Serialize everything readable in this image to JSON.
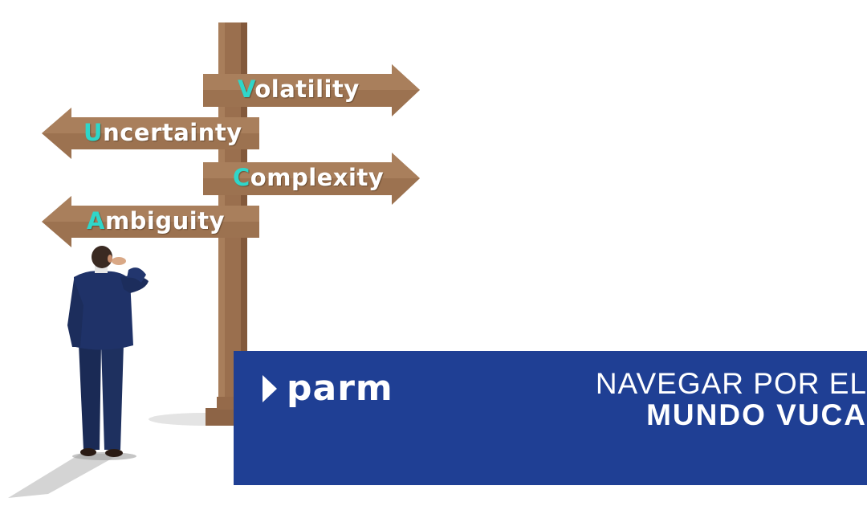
{
  "signs": [
    {
      "first": "V",
      "rest": "olatility"
    },
    {
      "first": "U",
      "rest": "ncertainty"
    },
    {
      "first": "C",
      "rest": "omplexity"
    },
    {
      "first": "A",
      "rest": "mbiguity"
    }
  ],
  "banner": {
    "logo": "parm",
    "headline_line1": "NAVEGAR POR EL",
    "headline_line2": "MUNDO VUCA"
  },
  "colors": {
    "banner_bg": "#1f3f94",
    "sign_wood": "#9c7250",
    "accent_letter": "#2fd6c9",
    "suit": "#1c2d5c"
  }
}
